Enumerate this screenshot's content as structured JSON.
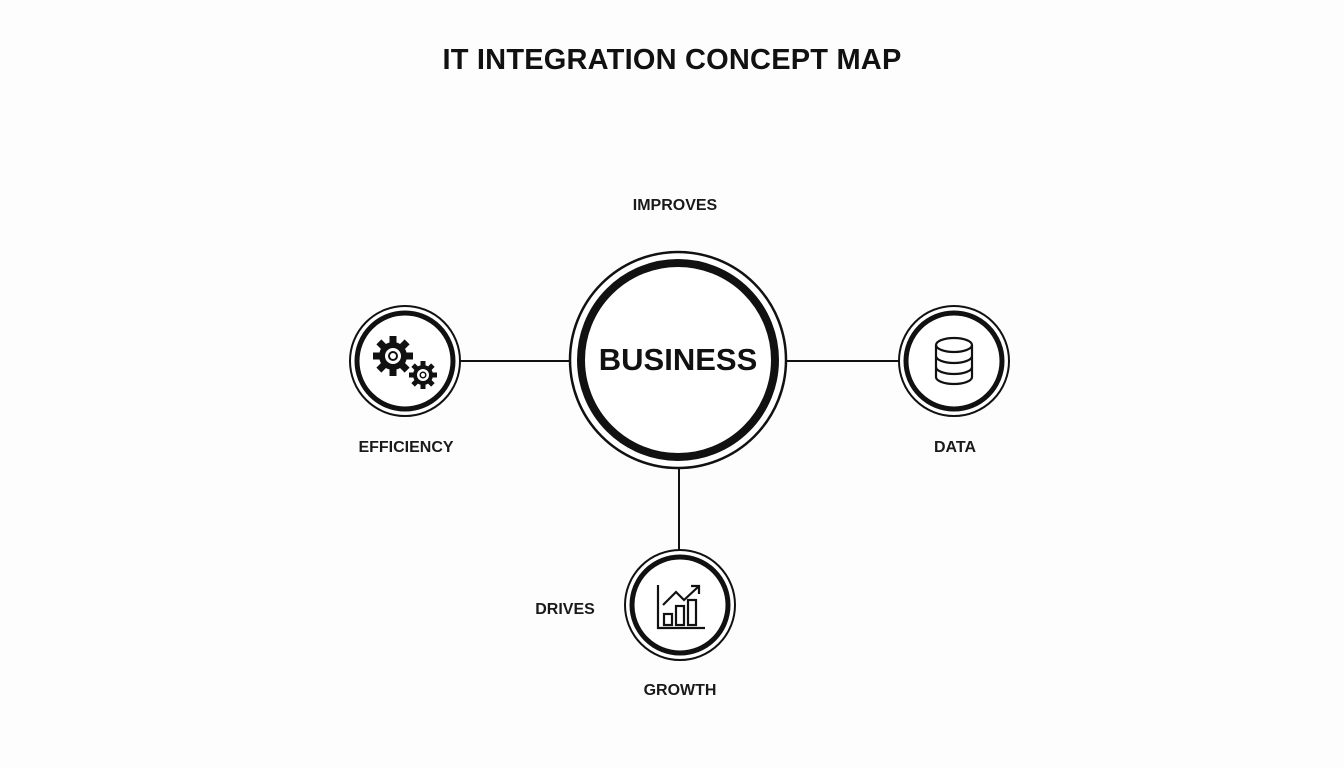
{
  "title": "IT INTEGRATION CONCEPT MAP",
  "center": {
    "label": "BUSINESS"
  },
  "nodes": [
    {
      "id": "efficiency",
      "label": "EFFICIENCY",
      "icon": "gears-icon"
    },
    {
      "id": "data",
      "label": "DATA",
      "icon": "database-icon"
    },
    {
      "id": "growth",
      "label": "GROWTH",
      "icon": "growth-chart-icon"
    }
  ],
  "relations": {
    "top": "IMPROVES",
    "bottom": "DRIVES"
  },
  "colors": {
    "stroke": "#111111",
    "background": "#fdfdfd"
  }
}
